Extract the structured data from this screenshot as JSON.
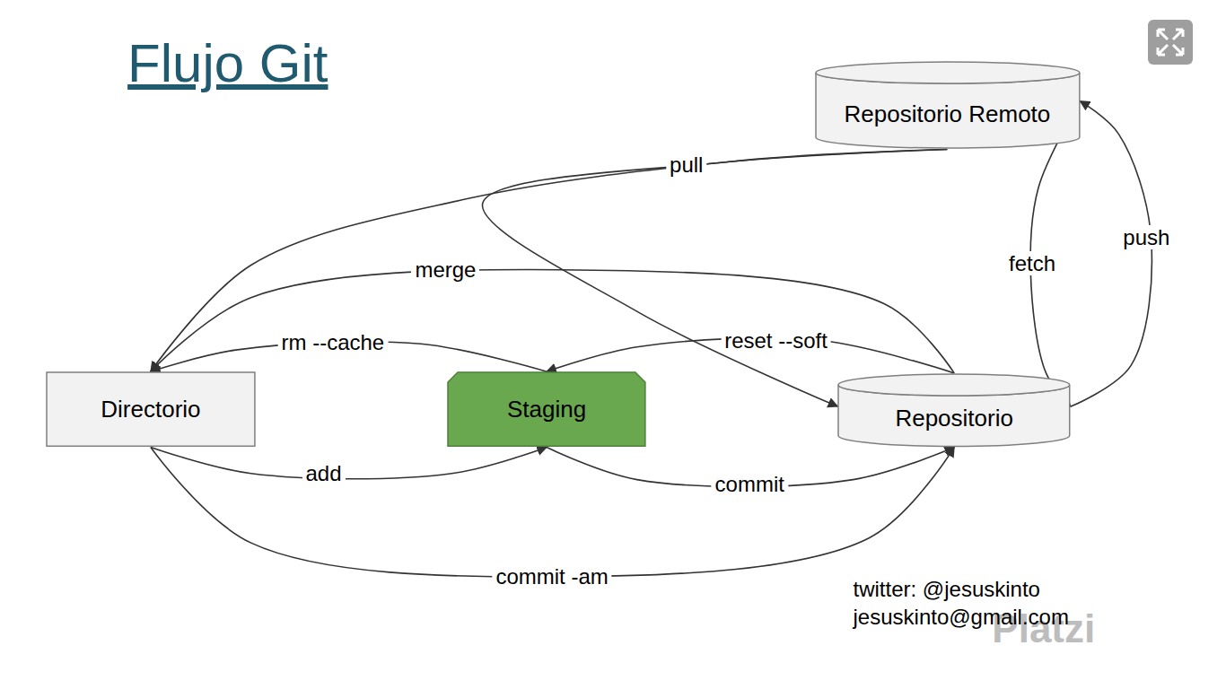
{
  "diagram": {
    "title": "Flujo Git",
    "nodes": [
      {
        "text": [
          "Repositorio Remoto"
        ]
      },
      {
        "text": [
          "Directorio"
        ]
      },
      {
        "text": [
          "Staging"
        ]
      },
      {
        "text": [
          "Repositorio"
        ]
      }
    ],
    "edges": [
      {
        "from": 0,
        "to": 1,
        "label": "pull",
        "arrow": "to"
      },
      {
        "from": 0,
        "to": 3,
        "arrow": "to"
      },
      {
        "from": 3,
        "to": 1,
        "label": "merge",
        "arrow": "to"
      },
      {
        "from": 2,
        "to": 1,
        "label": "rm --cache",
        "arrow": "to"
      },
      {
        "from": 3,
        "to": 2,
        "label": "reset --soft",
        "arrow": "to"
      },
      {
        "from": 1,
        "to": 2,
        "label": "add",
        "arrow": "to"
      },
      {
        "from": 2,
        "to": 3,
        "label": "commit",
        "arrow": "to"
      },
      {
        "from": 1,
        "to": 3,
        "label": "commit -am",
        "arrow": "to"
      },
      {
        "from": 0,
        "to": 3,
        "label": "fetch",
        "arrow": "to"
      },
      {
        "from": 3,
        "to": 0,
        "label": "push",
        "arrow": "to"
      }
    ],
    "labels": [
      "twitter: @jesuskinto",
      "jesuskinto@gmail.com",
      "Platzi"
    ]
  }
}
